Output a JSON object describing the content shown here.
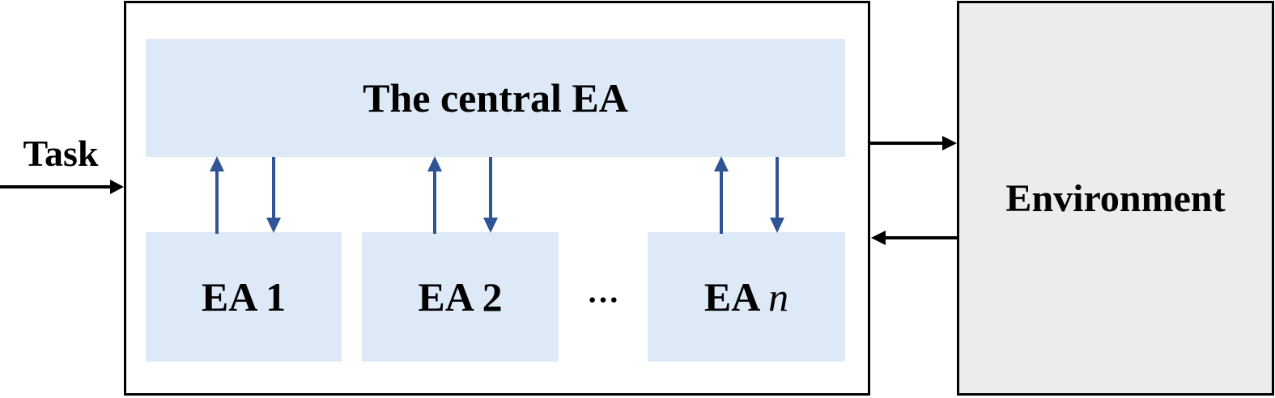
{
  "task_label": "Task",
  "central": {
    "label": "The central EA"
  },
  "sub_agents": [
    {
      "label_prefix": "EA",
      "label_suffix": "1"
    },
    {
      "label_prefix": "EA",
      "label_suffix": "2"
    },
    {
      "label_prefix": "EA",
      "label_suffix": "n"
    }
  ],
  "ellipsis": "···",
  "environment": {
    "label": "Environment"
  },
  "colors": {
    "box_fill": "#dde9f6",
    "environment_fill": "#ececec",
    "inner_arrow": "#2f5597",
    "outer_arrow": "#000000"
  }
}
